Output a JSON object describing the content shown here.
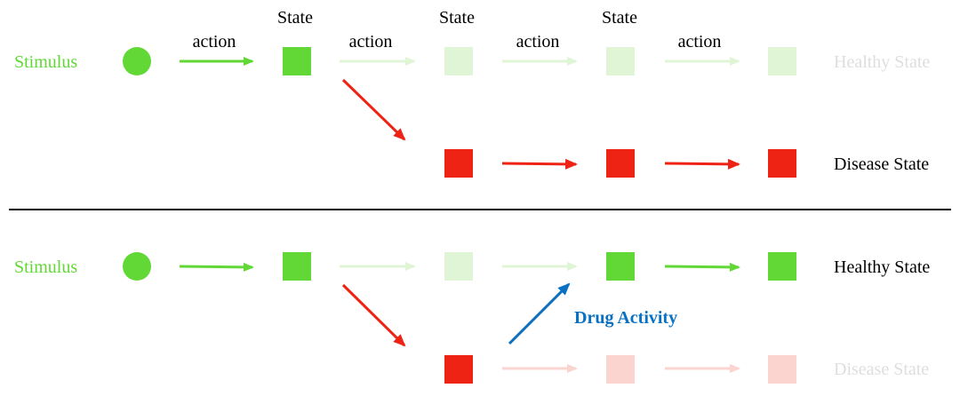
{
  "labels": {
    "stimulus": "Stimulus",
    "state": "State",
    "action": "action",
    "healthy_state": "Healthy State",
    "disease_state": "Disease State",
    "drug_activity": "Drug Activity"
  },
  "colors": {
    "green": "#61d836",
    "green_faded": "#dff5d6",
    "red": "#ee2314",
    "red_faded": "#fbd3cf",
    "blue": "#0a70c1",
    "grey_faded": "#dedede",
    "text": "#000000",
    "divider": "#000000"
  }
}
